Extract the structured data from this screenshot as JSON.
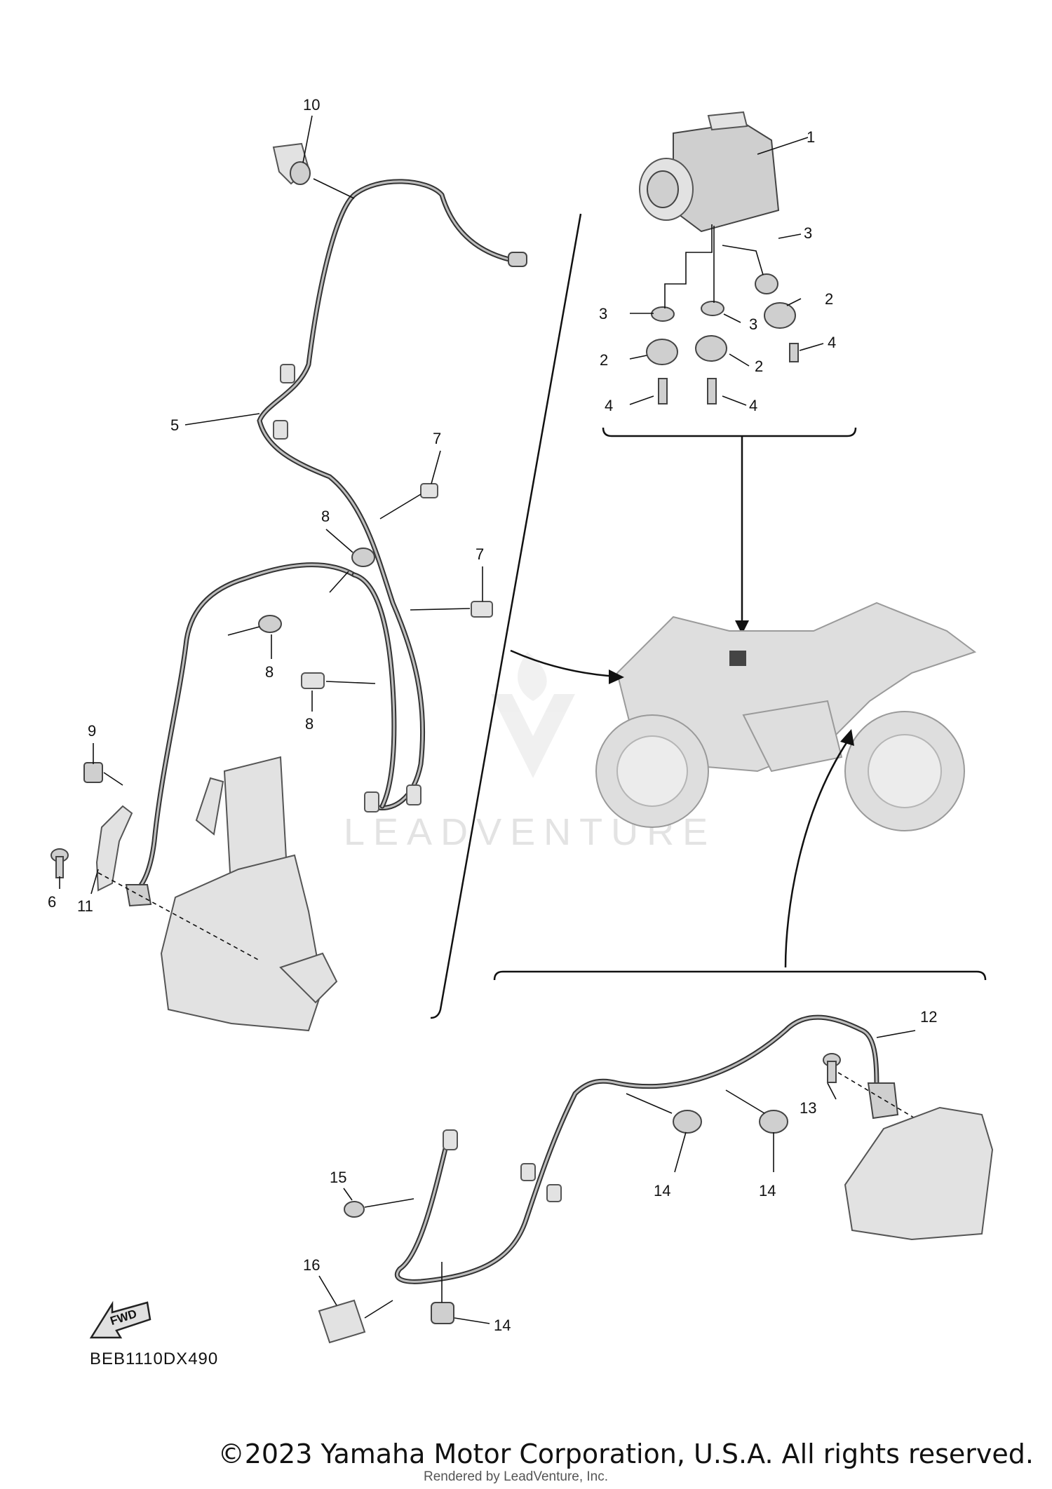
{
  "diagram": {
    "callouts": {
      "c1": "1",
      "c2a": "2",
      "c2b": "2",
      "c2c": "2",
      "c3a": "3",
      "c3b": "3",
      "c3c": "3",
      "c4a": "4",
      "c4b": "4",
      "c4c": "4",
      "c5": "5",
      "c6": "6",
      "c7a": "7",
      "c7b": "7",
      "c8a": "8",
      "c8b": "8",
      "c8c": "8",
      "c9": "9",
      "c10": "10",
      "c11": "11",
      "c12": "12",
      "c13": "13",
      "c14a": "14",
      "c14b": "14",
      "c14c": "14",
      "c15": "15",
      "c16": "16"
    },
    "drawing_code": "BEB1110DX490",
    "fwd_label": "FWD",
    "watermark": "LEADVENTURE",
    "copyright": "©2023 Yamaha Motor Corporation, U.S.A. All rights reserved.",
    "rendered_by": "Rendered by LeadVenture, Inc."
  }
}
